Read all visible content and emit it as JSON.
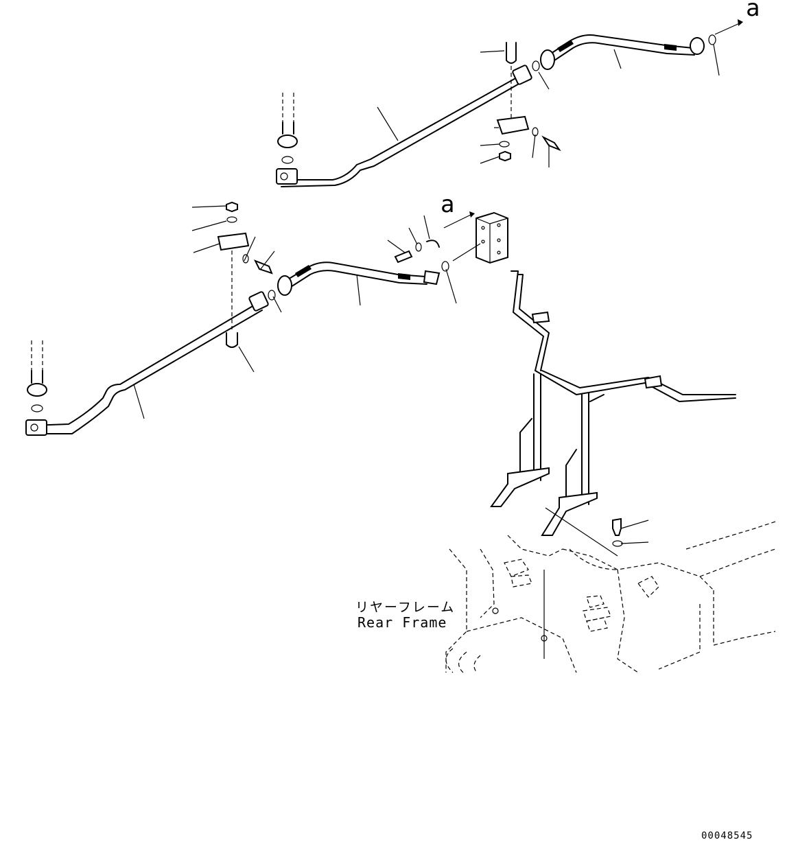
{
  "labels": {
    "view_a_top": "a",
    "view_a_middle": "a",
    "frame_label_jp": "リヤーフレーム",
    "frame_label_en": "Rear Frame",
    "drawing_number": "00048545"
  },
  "colors": {
    "line": "#000000",
    "background": "#ffffff"
  }
}
